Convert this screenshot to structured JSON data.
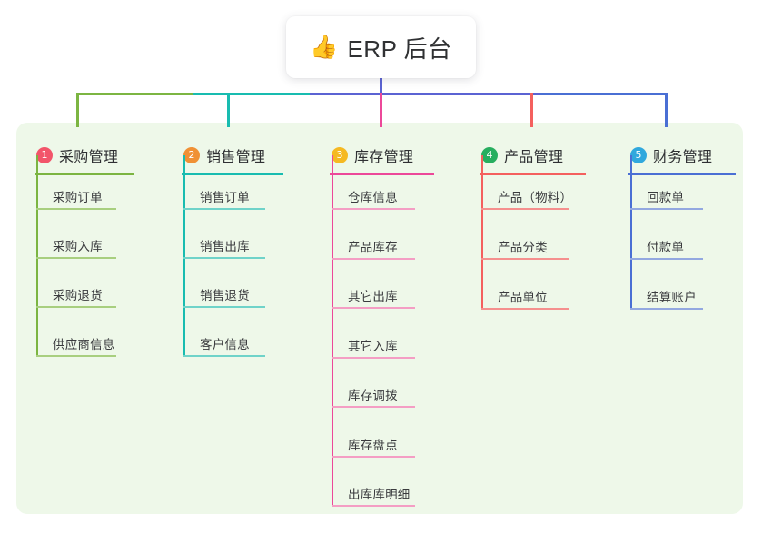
{
  "root": {
    "icon": "thumbs-up-emoji",
    "emoji": "👍",
    "title": "ERP 后台"
  },
  "connector": {
    "stem_color": "#5b63d3",
    "segments": [
      {
        "color": "#7cb542",
        "label": "purchasing-segment"
      },
      {
        "color": "#18bcb0",
        "label": "sales-segment"
      },
      {
        "color": "#5b63d3",
        "label": "inventory-segment"
      },
      {
        "color": "#5b63d3",
        "label": "product-segment"
      },
      {
        "color": "#4a6fd4",
        "label": "finance-segment"
      }
    ]
  },
  "panel": {
    "background": "#eef8e9"
  },
  "columns": [
    {
      "id": "purchasing",
      "index": "1",
      "title": "采购管理",
      "badge_color": "#f2556a",
      "line_color": "#7cb542",
      "leaf_line_color": "#a8cf7f",
      "items": [
        {
          "label": "采购订单"
        },
        {
          "label": "采购入库"
        },
        {
          "label": "采购退货"
        },
        {
          "label": "供应商信息"
        }
      ]
    },
    {
      "id": "sales",
      "index": "2",
      "title": "销售管理",
      "badge_color": "#f09135",
      "line_color": "#18bcb0",
      "leaf_line_color": "#6fd3c9",
      "items": [
        {
          "label": "销售订单"
        },
        {
          "label": "销售出库"
        },
        {
          "label": "销售退货"
        },
        {
          "label": "客户信息"
        }
      ]
    },
    {
      "id": "inventory",
      "index": "3",
      "title": "库存管理",
      "badge_color": "#f5b922",
      "line_color": "#ec4899",
      "leaf_line_color": "#f49ec4",
      "items": [
        {
          "label": "仓库信息"
        },
        {
          "label": "产品库存"
        },
        {
          "label": "其它出库"
        },
        {
          "label": "其它入库"
        },
        {
          "label": "库存调拨"
        },
        {
          "label": "库存盘点"
        },
        {
          "label": "出库库明细"
        }
      ]
    },
    {
      "id": "product",
      "index": "4",
      "title": "产品管理",
      "badge_color": "#27ae5f",
      "line_color": "#f4605e",
      "leaf_line_color": "#f5908e",
      "items": [
        {
          "label": "产品（物料）"
        },
        {
          "label": "产品分类"
        },
        {
          "label": "产品单位"
        }
      ]
    },
    {
      "id": "finance",
      "index": "5",
      "title": "财务管理",
      "badge_color": "#30a8dd",
      "line_color": "#4a6fd4",
      "leaf_line_color": "#93a8e0",
      "items": [
        {
          "label": "回款单"
        },
        {
          "label": "付款单"
        },
        {
          "label": "结算账户"
        }
      ]
    }
  ]
}
